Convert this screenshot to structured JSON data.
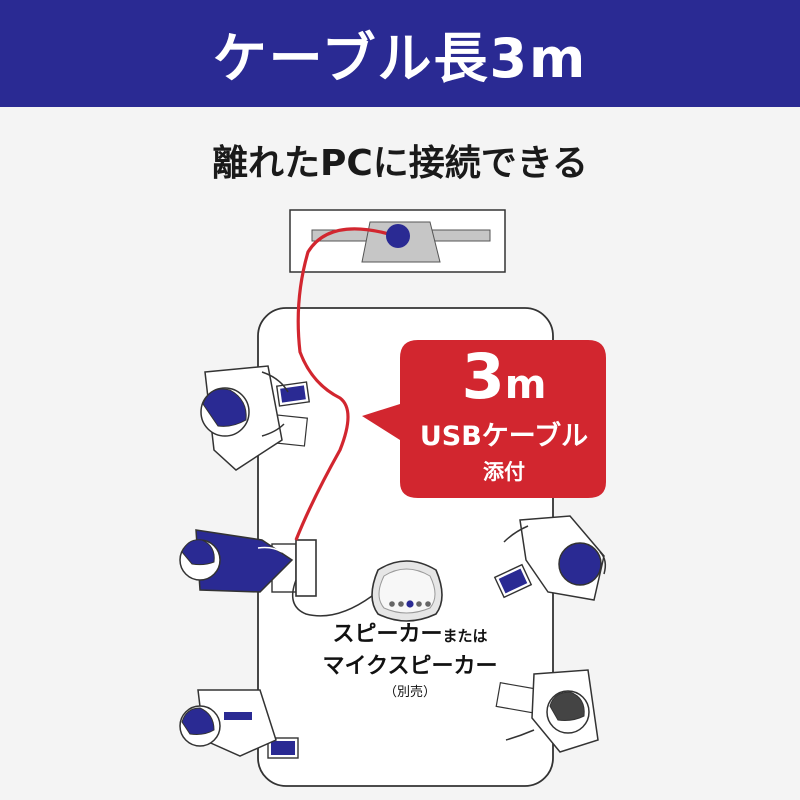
{
  "banner": {
    "title": "ケーブル長3m",
    "color": "#2a2a93"
  },
  "subtitle": "離れたPCに接続できる",
  "callout": {
    "length_number": "3",
    "length_unit": "m",
    "cable_label": "USBケーブル",
    "sub_label": "添付",
    "color": "#d2262f"
  },
  "speaker": {
    "label_main": "スピーカー",
    "label_or": "または",
    "label_line2": "マイクスピーカー",
    "note": "（別売）"
  },
  "colors": {
    "cable": "#d2262f",
    "person_blue": "#2a2a93",
    "line": "#333333"
  }
}
